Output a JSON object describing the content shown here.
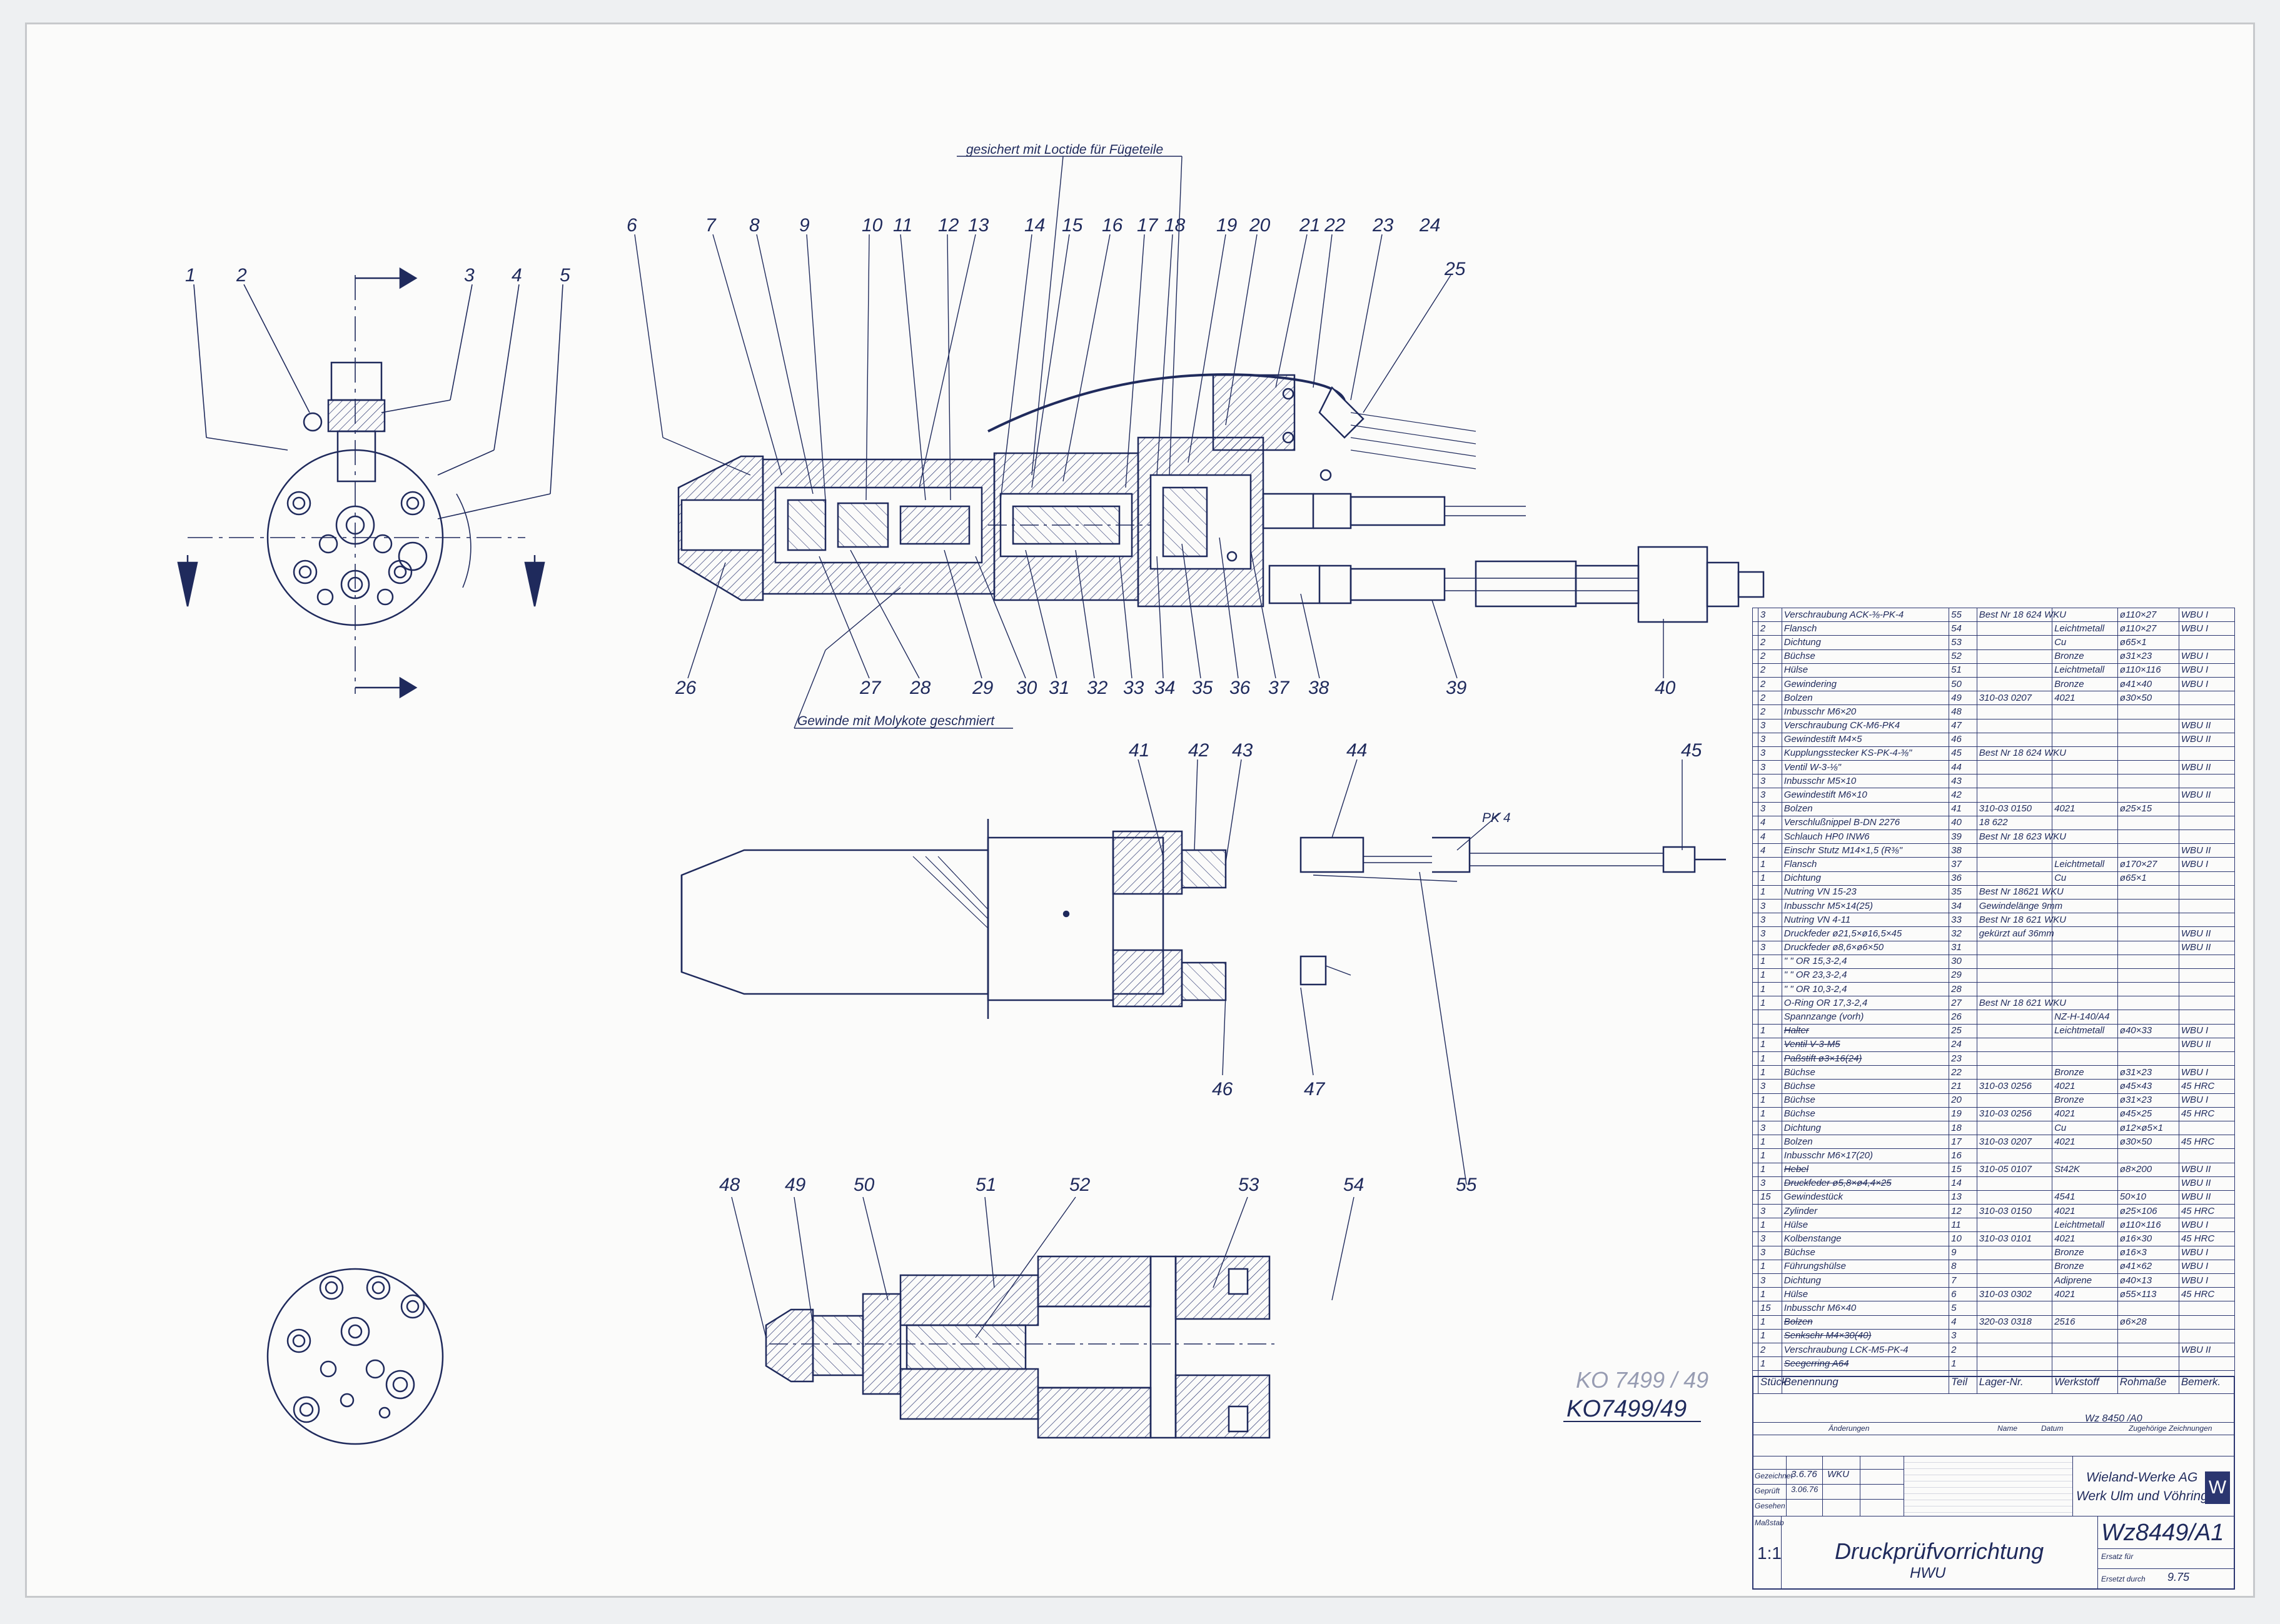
{
  "drawing_notes": {
    "loctite": "gesichert mit Loctide für Fügeteile",
    "molykote": "Gewinde mit Molykote geschmiert",
    "pk4": "PK 4",
    "archive_scribble": "KO 7499 / 49",
    "archive_number": "KO7499/49"
  },
  "callouts": {
    "view1": [
      "1",
      "2",
      "3",
      "4",
      "5"
    ],
    "section_top": [
      "6",
      "7",
      "8",
      "9",
      "10",
      "11",
      "12",
      "13",
      "14",
      "15",
      "16",
      "17",
      "18",
      "19",
      "20",
      "21",
      "22",
      "23",
      "24",
      "25"
    ],
    "section_bottom": [
      "26",
      "27",
      "28",
      "29",
      "30",
      "31",
      "32",
      "33",
      "34",
      "35",
      "36",
      "37",
      "38",
      "39",
      "40"
    ],
    "side_view": [
      "41",
      "42",
      "43",
      "44",
      "45",
      "46",
      "47",
      "55"
    ],
    "lower_section": [
      "48",
      "49",
      "50",
      "51",
      "52",
      "53",
      "54"
    ]
  },
  "parts_list": {
    "rows": [
      {
        "qty": "3",
        "name": "Verschraubung ACK-⅜-PK-4",
        "pos": "55",
        "lager": "Best Nr 18 624 WKU",
        "werkstoff": "",
        "rohmasse": "ø110×27",
        "bem": "WBU I"
      },
      {
        "qty": "2",
        "name": "Flansch",
        "pos": "54",
        "lager": "",
        "werkstoff": "Leichtmetall",
        "rohmasse": "ø110×27",
        "bem": "WBU I"
      },
      {
        "qty": "2",
        "name": "Dichtung",
        "pos": "53",
        "lager": "",
        "werkstoff": "Cu",
        "rohmasse": "ø65×1",
        "bem": ""
      },
      {
        "qty": "2",
        "name": "Büchse",
        "pos": "52",
        "lager": "",
        "werkstoff": "Bronze",
        "rohmasse": "ø31×23",
        "bem": "WBU I"
      },
      {
        "qty": "2",
        "name": "Hülse",
        "pos": "51",
        "lager": "",
        "werkstoff": "Leichtmetall",
        "rohmasse": "ø110×116",
        "bem": "WBU I"
      },
      {
        "qty": "2",
        "name": "Gewindering",
        "pos": "50",
        "lager": "",
        "werkstoff": "Bronze",
        "rohmasse": "ø41×40",
        "bem": "WBU I"
      },
      {
        "qty": "2",
        "name": "Bolzen",
        "pos": "49",
        "lager": "310-03 0207",
        "werkstoff": "4021",
        "rohmasse": "ø30×50",
        "bem": ""
      },
      {
        "qty": "2",
        "name": "Inbusschr M6×20",
        "pos": "48",
        "lager": "",
        "werkstoff": "",
        "rohmasse": "",
        "bem": ""
      },
      {
        "qty": "3",
        "name": "Verschraubung CK-M6-PK4",
        "pos": "47",
        "lager": "",
        "werkstoff": "",
        "rohmasse": "",
        "bem": "WBU II"
      },
      {
        "qty": "3",
        "name": "Gewindestift M4×5",
        "pos": "46",
        "lager": "",
        "werkstoff": "",
        "rohmasse": "",
        "bem": "WBU II"
      },
      {
        "qty": "3",
        "name": "Kupplungsstecker KS-PK-4-⅜\"",
        "pos": "45",
        "lager": "Best Nr 18 624 WKU",
        "werkstoff": "",
        "rohmasse": "",
        "bem": ""
      },
      {
        "qty": "3",
        "name": "Ventil W-3-⅛\"",
        "pos": "44",
        "lager": "",
        "werkstoff": "",
        "rohmasse": "",
        "bem": "WBU II"
      },
      {
        "qty": "3",
        "name": "Inbusschr M5×10",
        "pos": "43",
        "lager": "",
        "werkstoff": "",
        "rohmasse": "",
        "bem": ""
      },
      {
        "qty": "3",
        "name": "Gewindestift M6×10",
        "pos": "42",
        "lager": "",
        "werkstoff": "",
        "rohmasse": "",
        "bem": "WBU II"
      },
      {
        "qty": "3",
        "name": "Bolzen",
        "pos": "41",
        "lager": "310-03 0150",
        "werkstoff": "4021",
        "rohmasse": "ø25×15",
        "bem": ""
      },
      {
        "qty": "4",
        "name": "Verschlußnippel B-DN 2276",
        "pos": "40",
        "lager": "18 622",
        "werkstoff": "",
        "rohmasse": "",
        "bem": ""
      },
      {
        "qty": "4",
        "name": "Schlauch HP0 INW6",
        "pos": "39",
        "lager": "Best Nr 18 623 WKU",
        "werkstoff": "",
        "rohmasse": "",
        "bem": ""
      },
      {
        "qty": "4",
        "name": "Einschr Stutz M14×1,5 (R⅜\"",
        "pos": "38",
        "lager": "",
        "werkstoff": "",
        "rohmasse": "",
        "bem": "WBU II"
      },
      {
        "qty": "1",
        "name": "Flansch",
        "pos": "37",
        "lager": "",
        "werkstoff": "Leichtmetall",
        "rohmasse": "ø170×27",
        "bem": "WBU I"
      },
      {
        "qty": "1",
        "name": "Dichtung",
        "pos": "36",
        "lager": "",
        "werkstoff": "Cu",
        "rohmasse": "ø65×1",
        "bem": ""
      },
      {
        "qty": "1",
        "name": "Nutring VN 15-23",
        "pos": "35",
        "lager": "Best Nr 18621 WKU",
        "werkstoff": "",
        "rohmasse": "",
        "bem": ""
      },
      {
        "qty": "3",
        "name": "Inbusschr M5×14(25)",
        "pos": "34",
        "lager": "Gewindelänge 9mm",
        "werkstoff": "",
        "rohmasse": "",
        "bem": ""
      },
      {
        "qty": "3",
        "name": "Nutring VN 4-11",
        "pos": "33",
        "lager": "Best Nr 18 621 WKU",
        "werkstoff": "",
        "rohmasse": "",
        "bem": ""
      },
      {
        "qty": "3",
        "name": "Druckfeder ø21,5×ø16,5×45",
        "pos": "32",
        "lager": "gekürzt auf 36mm",
        "werkstoff": "",
        "rohmasse": "",
        "bem": "WBU II"
      },
      {
        "qty": "3",
        "name": "Druckfeder ø8,6×ø6×50",
        "pos": "31",
        "lager": "",
        "werkstoff": "",
        "rohmasse": "",
        "bem": "WBU II"
      },
      {
        "qty": "1",
        "name": "\" \" OR 15,3-2,4",
        "pos": "30",
        "lager": "",
        "werkstoff": "",
        "rohmasse": "",
        "bem": ""
      },
      {
        "qty": "1",
        "name": "\" \" OR 23,3-2,4",
        "pos": "29",
        "lager": "",
        "werkstoff": "",
        "rohmasse": "",
        "bem": ""
      },
      {
        "qty": "1",
        "name": "\" \" OR 10,3-2,4",
        "pos": "28",
        "lager": "",
        "werkstoff": "",
        "rohmasse": "",
        "bem": ""
      },
      {
        "qty": "1",
        "name": "O-Ring OR 17,3-2,4",
        "pos": "27",
        "lager": "Best Nr 18 621 WKU",
        "werkstoff": "",
        "rohmasse": "",
        "bem": ""
      },
      {
        "qty": "",
        "name": "Spannzange (vorh)",
        "pos": "26",
        "lager": "",
        "werkstoff": "NZ-H-140/A4",
        "rohmasse": "",
        "bem": ""
      },
      {
        "qty": "1",
        "name": "Halter",
        "pos": "25",
        "lager": "",
        "werkstoff": "Leichtmetall",
        "rohmasse": "ø40×33",
        "bem": "WBU I",
        "strike": true
      },
      {
        "qty": "1",
        "name": "Ventil V-3-M5",
        "pos": "24",
        "lager": "",
        "werkstoff": "",
        "rohmasse": "",
        "bem": "WBU II",
        "strike": true
      },
      {
        "qty": "1",
        "name": "Paßstift ø3×16(24)",
        "pos": "23",
        "lager": "",
        "werkstoff": "",
        "rohmasse": "",
        "bem": "",
        "strike": true
      },
      {
        "qty": "1",
        "name": "Büchse",
        "pos": "22",
        "lager": "",
        "werkstoff": "Bronze",
        "rohmasse": "ø31×23",
        "bem": "WBU I"
      },
      {
        "qty": "3",
        "name": "Büchse",
        "pos": "21",
        "lager": "310-03 0256",
        "werkstoff": "4021",
        "rohmasse": "ø45×43",
        "bem": "45 HRC"
      },
      {
        "qty": "1",
        "name": "Büchse",
        "pos": "20",
        "lager": "",
        "werkstoff": "Bronze",
        "rohmasse": "ø31×23",
        "bem": "WBU I"
      },
      {
        "qty": "1",
        "name": "Büchse",
        "pos": "19",
        "lager": "310-03 0256",
        "werkstoff": "4021",
        "rohmasse": "ø45×25",
        "bem": "45 HRC"
      },
      {
        "qty": "3",
        "name": "Dichtung",
        "pos": "18",
        "lager": "",
        "werkstoff": "Cu",
        "rohmasse": "ø12×ø5×1",
        "bem": ""
      },
      {
        "qty": "1",
        "name": "Bolzen",
        "pos": "17",
        "lager": "310-03 0207",
        "werkstoff": "4021",
        "rohmasse": "ø30×50",
        "bem": "45 HRC"
      },
      {
        "qty": "1",
        "name": "Inbusschr M6×17(20)",
        "pos": "16",
        "lager": "",
        "werkstoff": "",
        "rohmasse": "",
        "bem": ""
      },
      {
        "qty": "1",
        "name": "Hebel",
        "pos": "15",
        "lager": "310-05 0107",
        "werkstoff": "St42K",
        "rohmasse": "ø8×200",
        "bem": "WBU II",
        "strike": true
      },
      {
        "qty": "3",
        "name": "Druckfeder ø5,8×ø4,4×25",
        "pos": "14",
        "lager": "",
        "werkstoff": "",
        "rohmasse": "",
        "bem": "WBU II",
        "strike": true
      },
      {
        "qty": "15",
        "name": "Gewindestück",
        "pos": "13",
        "lager": "",
        "werkstoff": "4541",
        "rohmasse": "50×10",
        "bem": "WBU II"
      },
      {
        "qty": "3",
        "name": "Zylinder",
        "pos": "12",
        "lager": "310-03 0150",
        "werkstoff": "4021",
        "rohmasse": "ø25×106",
        "bem": "45 HRC"
      },
      {
        "qty": "1",
        "name": "Hülse",
        "pos": "11",
        "lager": "",
        "werkstoff": "Leichtmetall",
        "rohmasse": "ø110×116",
        "bem": "WBU I"
      },
      {
        "qty": "3",
        "name": "Kolbenstange",
        "pos": "10",
        "lager": "310-03 0101",
        "werkstoff": "4021",
        "rohmasse": "ø16×30",
        "bem": "45 HRC"
      },
      {
        "qty": "3",
        "name": "Büchse",
        "pos": "9",
        "lager": "",
        "werkstoff": "Bronze",
        "rohmasse": "ø16×3",
        "bem": "WBU I"
      },
      {
        "qty": "1",
        "name": "Führungshülse",
        "pos": "8",
        "lager": "",
        "werkstoff": "Bronze",
        "rohmasse": "ø41×62",
        "bem": "WBU I"
      },
      {
        "qty": "3",
        "name": "Dichtung",
        "pos": "7",
        "lager": "",
        "werkstoff": "Adiprene",
        "rohmasse": "ø40×13",
        "bem": "WBU I"
      },
      {
        "qty": "1",
        "name": "Hülse",
        "pos": "6",
        "lager": "310-03 0302",
        "werkstoff": "4021",
        "rohmasse": "ø55×113",
        "bem": "45 HRC"
      },
      {
        "qty": "15",
        "name": "Inbusschr M6×40",
        "pos": "5",
        "lager": "",
        "werkstoff": "",
        "rohmasse": "",
        "bem": ""
      },
      {
        "qty": "1",
        "name": "Bolzen",
        "pos": "4",
        "lager": "320-03 0318",
        "werkstoff": "2516",
        "rohmasse": "ø6×28",
        "bem": "",
        "strike": true
      },
      {
        "qty": "1",
        "name": "Senkschr M4×30(40)",
        "pos": "3",
        "lager": "",
        "werkstoff": "",
        "rohmasse": "",
        "bem": "",
        "strike": true
      },
      {
        "qty": "2",
        "name": "Verschraubung LCK-M5-PK-4",
        "pos": "2",
        "lager": "",
        "werkstoff": "",
        "rohmasse": "",
        "bem": "WBU II"
      },
      {
        "qty": "1",
        "name": "Seegerring A64",
        "pos": "1",
        "lager": "",
        "werkstoff": "",
        "rohmasse": "",
        "bem": "",
        "strike": true
      }
    ],
    "header": {
      "qty": "Stück",
      "name": "Benennung",
      "pos": "Teil",
      "lager": "Lager-Nr.",
      "werkstoff": "Werkstoff",
      "rohmasse": "Rohmaße",
      "bem": "Bemerk."
    }
  },
  "title_block": {
    "aenderungen": "Änderungen",
    "name_col": "Name",
    "datum_col": "Datum",
    "zugehoerige": "Zugehörige Zeichnungen",
    "ref_drawing": "Wz 8450 /A0",
    "row_gezeichnet": "Gezeichnet",
    "row_geprueft": "Geprüft",
    "row_gesehen": "Gesehen",
    "massstab_label": "Maßstab",
    "date_drawn": "3.6.76",
    "date_checked": "3.06.76",
    "drawn_by": "WKU",
    "company_1": "Wieland-Werke AG",
    "company_2": "Werk Ulm und Vöhringen",
    "logo": "W",
    "scale": "1:1",
    "title": "Druckprüfvorrichtung",
    "subtitle": "HWU",
    "drawing_number": "Wz8449/A1",
    "ersatz_fuer": "Ersatz für",
    "ersetzt_durch": "Ersetzt durch",
    "ersetzt_value": "9.75"
  }
}
